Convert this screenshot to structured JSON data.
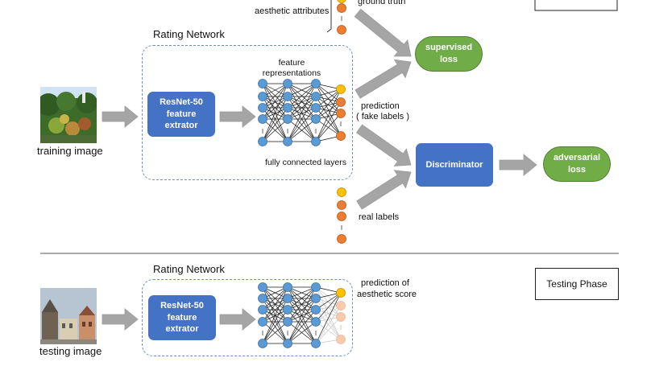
{
  "diagram": {
    "training": {
      "aesthetic_attributes": "aesthetic attributes",
      "ground_truth": "ground truth",
      "rating_network_title": "Rating Network",
      "image_caption": "training image",
      "resnet_label": "ResNet-50 feature extrator",
      "feature_representations": "feature representations",
      "fully_connected_layers": "fully connected layers",
      "prediction": "prediction",
      "fake_labels": "( fake labels )",
      "real_labels": "real labels",
      "supervised_loss": "supervised loss",
      "discriminator": "Discriminator",
      "adversarial_loss": "adversarial loss"
    },
    "testing": {
      "rating_network_title": "Rating Network",
      "image_caption": "testing image",
      "resnet_label": "ResNet-50 feature extrator",
      "prediction_of": "prediction of",
      "aesthetic_score": "aesthetic score",
      "phase_label": "Testing Phase"
    }
  },
  "colors": {
    "box_blue": "#4472c4",
    "loss_green": "#70ad47",
    "node_blue": "#5b9bd5",
    "node_orange": "#ed7d31",
    "node_yellow": "#ffc000",
    "node_faded": "#f8cbad",
    "arrow_gray": "#a5a5a5",
    "dashed_border": "#6f8fc0"
  }
}
